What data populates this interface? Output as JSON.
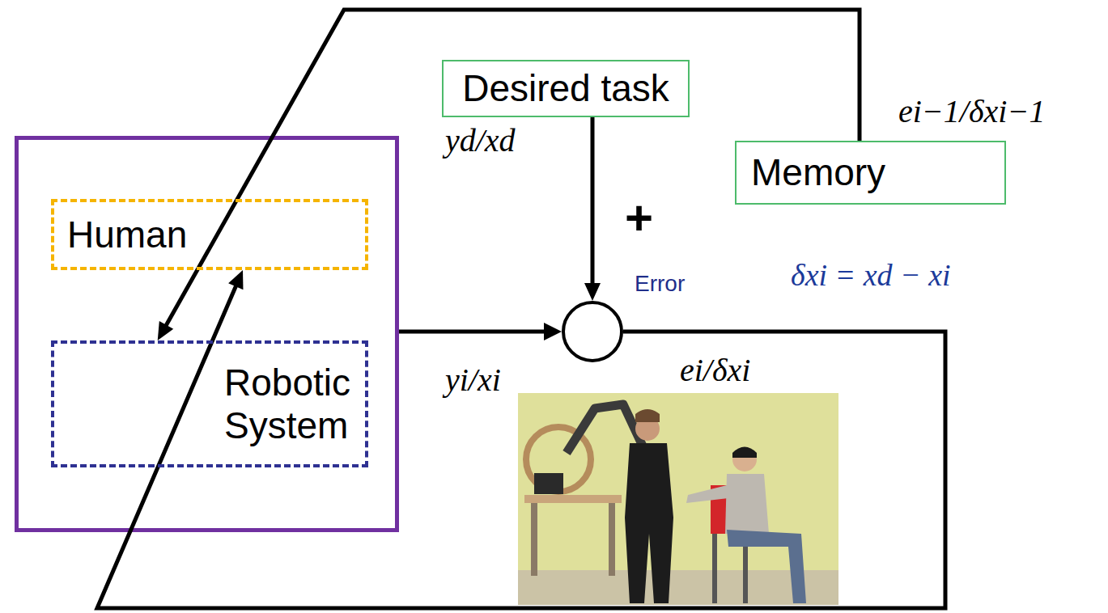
{
  "diagram": {
    "nodes": [
      {
        "text": [
          "Desired task"
        ]
      },
      {
        "text": [
          "Memory"
        ]
      },
      {
        "text": [
          "Human"
        ]
      },
      {
        "text": [
          "Robotic System"
        ]
      },
      {
        "text": [
          "+"
        ]
      }
    ],
    "edges": [
      {
        "from": 0,
        "to": 4,
        "arrow": "to",
        "label": "yd/xd"
      },
      {
        "from": 4,
        "to": 2,
        "arrow": "to",
        "label": "ei/δxi"
      },
      {
        "from": 1,
        "to": 3,
        "arrow": "to",
        "label": "ei−1/δxi−1"
      }
    ],
    "labels": [
      "Error",
      "δxi = xd − xi",
      "yi/xi"
    ]
  }
}
